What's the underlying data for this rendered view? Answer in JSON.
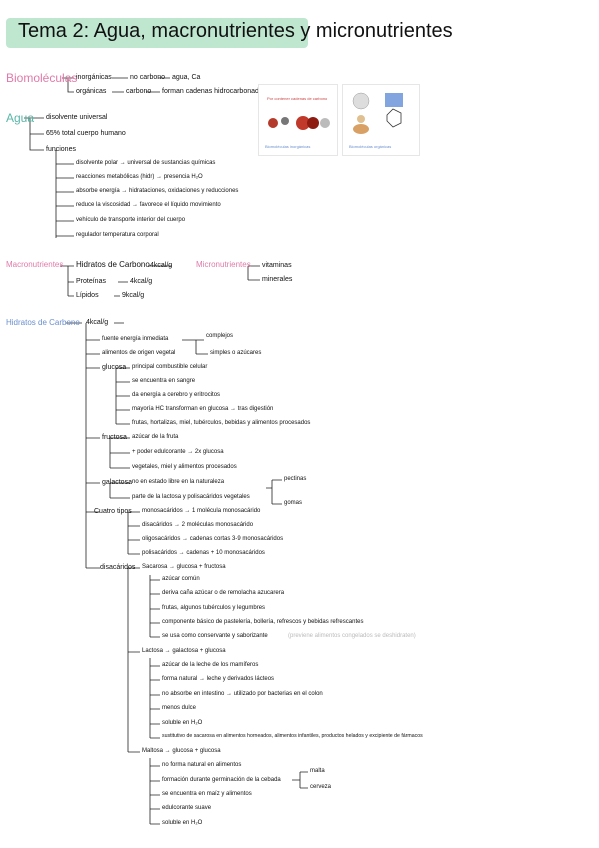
{
  "title": "Tema 2: Agua, macronutrientes y micronutrientes",
  "bio": {
    "heading": "Biomoléculas",
    "inorg": "inorgánicas",
    "inorg_1": "no carbono",
    "inorg_2": "agua, Ca",
    "org": "orgánicas",
    "org_1": "carbono",
    "org_2": "forman cadenas hidrocarbonadas"
  },
  "images": {
    "left_caption": "Biomoléculas inorgánicas",
    "left_top": "Por contener cadenas de carbono",
    "right_caption": "Biomoléculas orgánicas"
  },
  "agua": {
    "heading": "Agua",
    "items": [
      "disolvente universal",
      "65% total cuerpo humano",
      "funciones"
    ],
    "funciones": [
      "disolvente polar → universal de sustancias químicas",
      "reacciones metabólicas (hidr) → presencia H₂O",
      "absorbe energía → hidrataciones, oxidaciones y reducciones",
      "reduce la viscosidad → favorece el líquido movimiento",
      "vehículo de transporte interior del cuerpo",
      "regulador temperatura corporal"
    ]
  },
  "macro": {
    "heading": "Macronutrientes",
    "items": [
      "Hidratos de Carbono",
      "Proteínas",
      "Lípidos"
    ],
    "values": [
      "4kcal/g",
      "4kcal/g",
      "9kcal/g"
    ],
    "micro": "Micronutrientes",
    "micro_items": [
      "vitaminas",
      "minerales"
    ]
  },
  "hc": {
    "heading": "Hidratos de Carbono",
    "kcal": "4kcal/g",
    "fuente": "fuente energía inmediata",
    "complejos": "complejos",
    "alimentos": "alimentos de origen vegetal",
    "simples": "simples o azúcares",
    "glucosa": "glucosa",
    "glucosa_items": [
      "principal combustible celular",
      "se encuentra en sangre",
      "da energía a cerebro y eritrocitos",
      "mayoría HC transforman en glucosa → tras digestión",
      "frutas, hortalizas, miel, tubérculos, bebidas y alimentos procesados"
    ],
    "fructosa": "fructosa",
    "fructosa_items": [
      "azúcar de la fruta",
      "+ poder edulcorante → 2x glucosa",
      "vegetales, miel y alimentos procesados"
    ],
    "galactosa": "galactosa",
    "galactosa_items": [
      "no en estado libre en la naturaleza",
      "parte de la lactosa y polisacáridos vegetales"
    ],
    "pectinas": "pectinas",
    "gomas": "gomas",
    "cuatro": "Cuatro tipos",
    "tipos": [
      "monosacáridos → 1 molécula monosacárido",
      "disacáridos → 2 moléculas monosacárido",
      "oligosacáridos → cadenas cortas 3-9 monosacáridos",
      "polisacáridos → cadenas + 10 monosacáridos"
    ],
    "disacaridos": "disacáridos",
    "sacarosa": "Sacarosa → glucosa + fructosa",
    "sacarosa_items": [
      "azúcar común",
      "deriva caña azúcar o de remolacha azucarera",
      "frutas, algunos tubérculos y legumbres",
      "componente básico de pastelería, bollería, refrescos y bebidas refrescantes",
      "se usa como conservante y saborizante"
    ],
    "sacarosa_note": "(previene alimentos congelados se deshidraten)",
    "lactosa": "Lactosa → galactosa + glucosa",
    "lactosa_items": [
      "azúcar de la leche de los mamíferos",
      "forma natural → leche y derivados lácteos",
      "no absorbe en intestino → utilizado por bacterias en el colon",
      "menos dulce",
      "soluble en H₂O",
      "sustitutivo de sacarosa en alimentos horneados, alimentos infantiles, productos helados y excipiente de fármacos"
    ],
    "maltosa": "Maltosa → glucosa + glucosa",
    "maltosa_items": [
      "no forma natural en alimentos",
      "formación durante germinación de la cebada",
      "se encuentra en maíz y alimentos",
      "edulcorante suave",
      "soluble en H₂O"
    ],
    "malta": "malta",
    "cerveza": "cerveza"
  }
}
